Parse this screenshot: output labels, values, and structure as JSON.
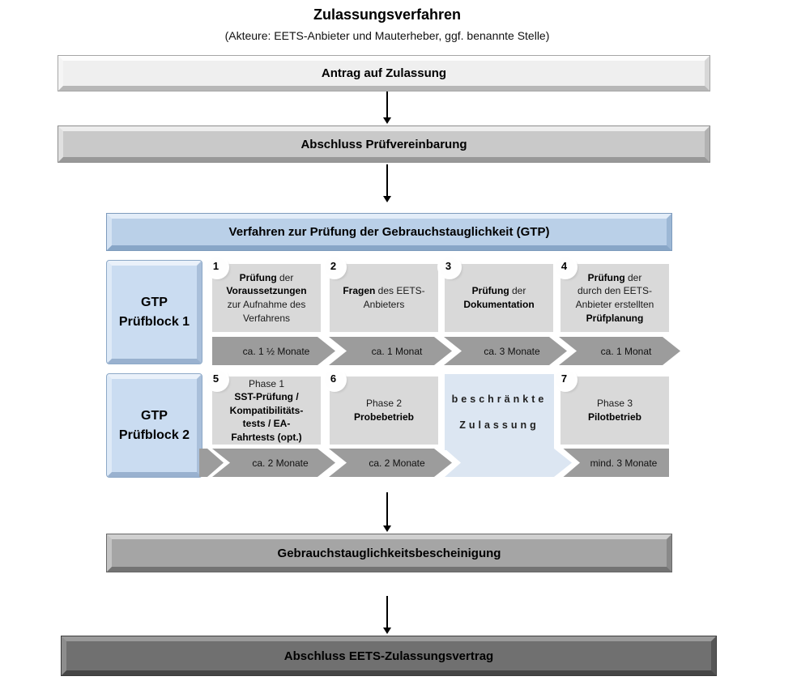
{
  "title": "Zulassungsverfahren",
  "subtitle": "(Akteure: EETS-Anbieter und Mauterheber, ggf. benannte Stelle)",
  "flow": {
    "antrag": "Antrag auf Zulassung",
    "pruefvereinbarung": "Abschluss Prüfvereinbarung",
    "gtp_header": "Verfahren zur Prüfung der Gebrauchstauglichkeit (GTP)",
    "bescheinigung": "Gebrauchstauglichkeitsbescheinigung",
    "vertrag": "Abschluss EETS-Zulassungsvertrag"
  },
  "block1": {
    "label": "GTP\nPrüfblock 1",
    "steps": [
      {
        "num": "1",
        "content": [
          {
            "t": "Prüfung",
            "b": true
          },
          {
            "t": " der\n",
            "b": false
          },
          {
            "t": "Voraussetzungen",
            "b": true
          },
          {
            "t": "\nzur Aufnahme des\nVerfahrens",
            "b": false
          }
        ],
        "duration": "ca. 1 ½ Monate"
      },
      {
        "num": "2",
        "content": [
          {
            "t": "Fragen",
            "b": true
          },
          {
            "t": " des EETS-\nAnbieters",
            "b": false
          }
        ],
        "duration": "ca. 1 Monat"
      },
      {
        "num": "3",
        "content": [
          {
            "t": "Prüfung",
            "b": true
          },
          {
            "t": " der\n",
            "b": false
          },
          {
            "t": "Dokumentation",
            "b": true
          }
        ],
        "duration": "ca. 3 Monate"
      },
      {
        "num": "4",
        "content": [
          {
            "t": "Prüfung",
            "b": true
          },
          {
            "t": " der\ndurch den EETS-\nAnbieter erstellten\n",
            "b": false
          },
          {
            "t": "Prüfplanung",
            "b": true
          }
        ],
        "duration": "ca. 1 Monat"
      }
    ]
  },
  "block2": {
    "label": "GTP\nPrüfblock 2",
    "steps": [
      {
        "num": "5",
        "content": [
          {
            "t": "Phase 1\n",
            "b": false
          },
          {
            "t": "SST-Prüfung /\nKompatibilitäts-\ntests / EA-\nFahrtests (opt.)",
            "b": true
          }
        ],
        "duration": "ca. 2 Monate"
      },
      {
        "num": "6",
        "content": [
          {
            "t": "Phase 2\n",
            "b": false
          },
          {
            "t": "Probebetrieb",
            "b": true
          }
        ],
        "duration": "ca. 2 Monate"
      },
      {
        "num": "7",
        "content": [
          {
            "t": "Phase 3\n",
            "b": false
          },
          {
            "t": "Pilotbetrieb",
            "b": true
          }
        ],
        "duration": "mind. 3 Monate"
      }
    ],
    "restricted": "beschränkte\nZulassung"
  },
  "colors": {
    "header_blue": "#bad0e8",
    "label_blue": "#cadcf1",
    "restricted_blue": "#dce6f2",
    "step_gray": "#d9d9d9",
    "arrow_gray": "#9c9c9c",
    "bar_light": "#efefef",
    "bar_mid": "#c9c9c9",
    "bar_dark": "#a5a5a5",
    "bar_darkest": "#707070"
  }
}
